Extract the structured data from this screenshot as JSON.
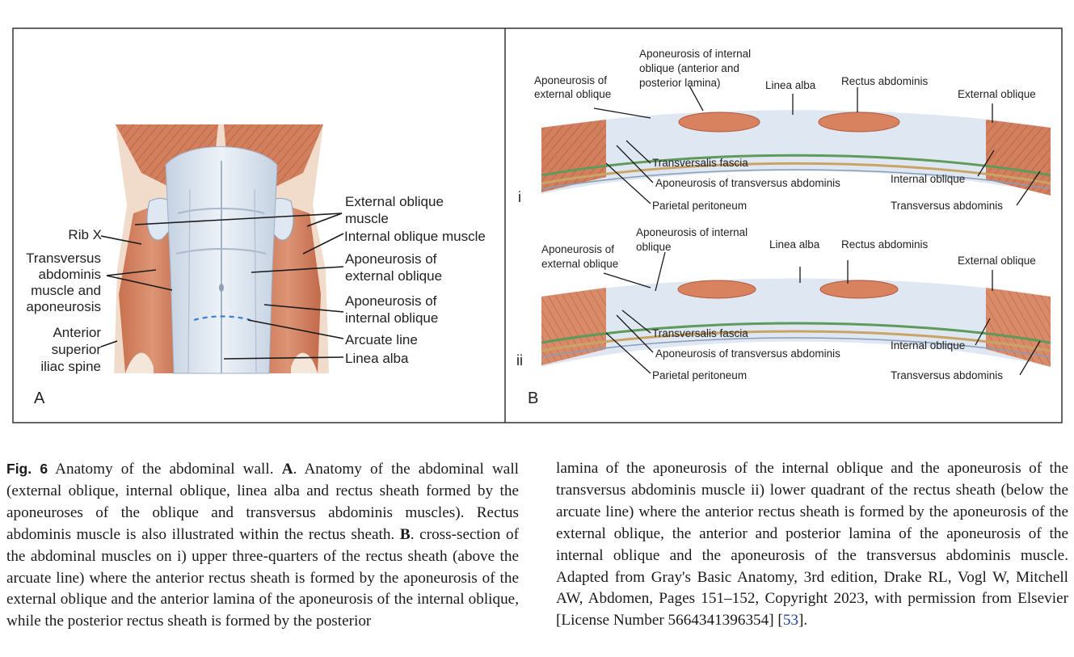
{
  "panel_a": {
    "letter": "A",
    "labels": {
      "rib_x": "Rib X",
      "transversus_1": "Transversus",
      "transversus_2": "abdominis",
      "transversus_3": "muscle and",
      "transversus_4": "aponeurosis",
      "asis_1": "Anterior",
      "asis_2": "superior",
      "asis_3": "iliac spine",
      "ext_oblique_1": "External oblique",
      "ext_oblique_2": "muscle",
      "int_oblique": "Internal oblique muscle",
      "apo_ext_1": "Aponeurosis of",
      "apo_ext_2": "external oblique",
      "apo_int_1": "Aponeurosis of",
      "apo_int_2": "internal oblique",
      "arcuate": "Arcuate line",
      "linea_alba": "Linea alba"
    }
  },
  "panel_b": {
    "letter": "B",
    "section_i": {
      "numeral": "i",
      "apo_ext_1": "Aponeurosis of",
      "apo_ext_2": "external oblique",
      "apo_int_1": "Aponeurosis of internal",
      "apo_int_2": "oblique (anterior and",
      "apo_int_3": "posterior lamina)",
      "linea_alba": "Linea alba",
      "rectus": "Rectus abdominis",
      "external_oblique": "External oblique",
      "transversalis": "Transversalis fascia",
      "apo_transversus": "Aponeurosis of transversus abdominis",
      "parietal": "Parietal peritoneum",
      "internal_oblique": "Internal oblique",
      "transversus": "Transversus abdominis"
    },
    "section_ii": {
      "numeral": "ii",
      "apo_ext_1": "Aponeurosis of",
      "apo_ext_2": "external oblique",
      "apo_int_1": "Aponeurosis of internal",
      "apo_int_2": "oblique",
      "linea_alba": "Linea alba",
      "rectus": "Rectus abdominis",
      "external_oblique": "External oblique",
      "transversalis": "Transversalis fascia",
      "apo_transversus": "Aponeurosis of transversus abdominis",
      "parietal": "Parietal peritoneum",
      "internal_oblique": "Internal oblique",
      "transversus": "Transversus abdominis"
    }
  },
  "caption": {
    "fig_label": "Fig. 6",
    "text_a1": " Anatomy of the abdominal wall. ",
    "bold_a": "A",
    "text_a2": ". Anatomy of the abdominal wall (external oblique, internal oblique, linea alba and rectus sheath formed by the aponeuroses of the oblique and transversus abdominis muscles). Rectus abdominis muscle is also illustrated within the rectus sheath. ",
    "bold_b": "B",
    "text_b1": ". cross-section of the abdominal muscles on i) upper three-quarters of the rectus sheath (above the arcuate line) where the anterior rectus sheath is formed by the aponeurosis of the external oblique and the anterior lamina of the aponeurosis of the internal oblique, while the posterior rectus sheath is formed by the posterior",
    "text_right": "lamina of the aponeurosis of the internal oblique and the aponeurosis of the transversus abdominis muscle ii) lower quadrant of the rectus sheath (below the arcuate line) where the anterior rectus sheath is formed by the aponeurosis of the external oblique, the anterior and posterior lamina of the aponeurosis of the internal oblique and the aponeurosis of the transversus abdominis muscle. Adapted from Gray's Basic Anatomy, 3rd edition, Drake RL, Vogl W, Mitchell AW, Abdomen, Pages 151–152, Copyright 2023, with permission from Elsevier [License Number 5664341396354] [",
    "ref": "53",
    "text_end": "]."
  }
}
